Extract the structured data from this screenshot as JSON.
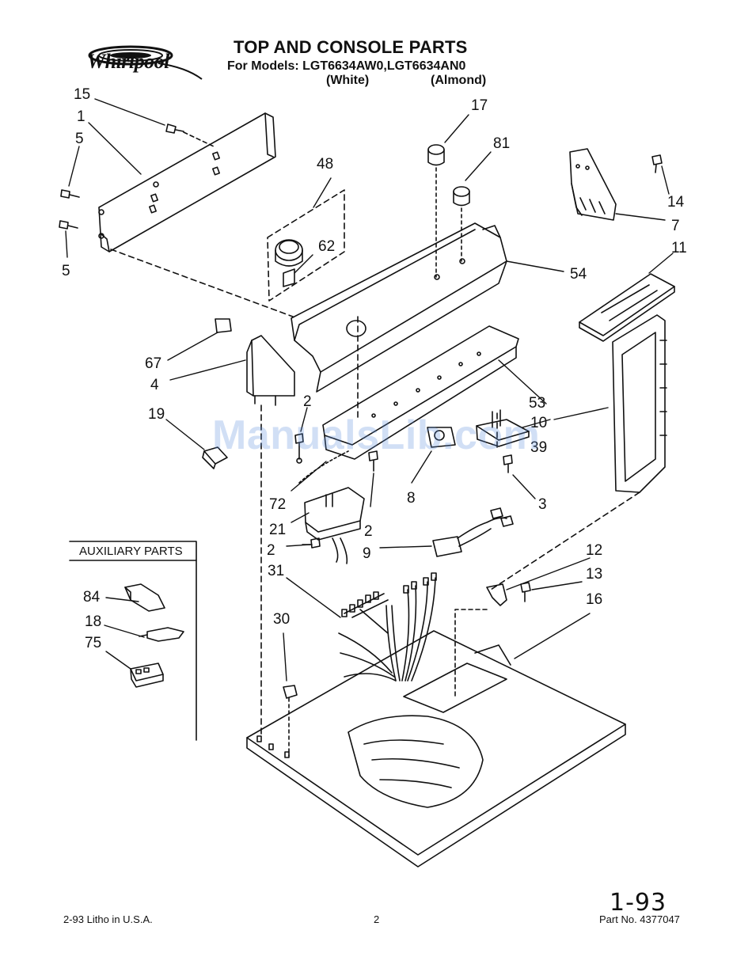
{
  "header": {
    "brand": "Whirlpool",
    "title": "TOP AND CONSOLE PARTS",
    "subtitle": "For Models: LGT6634AW0,LGT6634AN0",
    "variant_white": "(White)",
    "variant_almond": "(Almond)"
  },
  "callouts": {
    "c15": "15",
    "c1": "1",
    "c5a": "5",
    "c5b": "5",
    "c48": "48",
    "c62": "62",
    "c17": "17",
    "c81": "81",
    "c14": "14",
    "c7": "7",
    "c54": "54",
    "c11": "11",
    "c67": "67",
    "c4": "4",
    "c53": "53",
    "c19": "19",
    "c2a": "2",
    "c10": "10",
    "c39": "39",
    "c72": "72",
    "c8": "8",
    "c3": "3",
    "c21": "21",
    "c2b": "2",
    "c2c": "2",
    "c9": "9",
    "c12": "12",
    "c13": "13",
    "c31": "31",
    "c16": "16",
    "c30": "30",
    "c84": "84",
    "c18": "18",
    "c75": "75"
  },
  "auxiliary": {
    "title": "AUXILIARY PARTS"
  },
  "footer": {
    "litho": "2-93  Litho in U.S.A.",
    "page": "2",
    "part_no": "Part No. 4377047",
    "handwritten": "1-93"
  },
  "watermark": "ManualsLib.com"
}
